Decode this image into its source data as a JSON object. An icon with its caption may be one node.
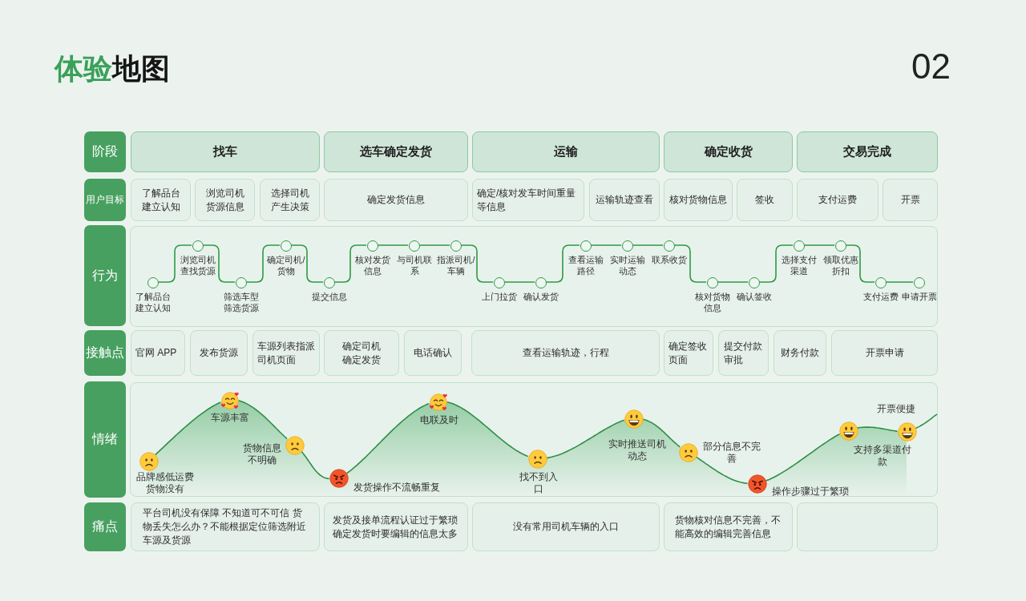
{
  "diagram": {
    "title": "体验地图",
    "nodes": [
      {
        "text": [
          "阶段"
        ]
      },
      {
        "text": [
          "找车"
        ]
      },
      {
        "text": [
          "选车确定发货"
        ]
      },
      {
        "text": [
          "运输"
        ]
      },
      {
        "text": [
          "确定收货"
        ]
      },
      {
        "text": [
          "交易完成"
        ]
      },
      {
        "text": [
          "用户目标"
        ]
      },
      {
        "text": [
          "了解品台建立认知"
        ]
      },
      {
        "text": [
          "浏览司机货源信息"
        ]
      },
      {
        "text": [
          "选择司机产生决策"
        ]
      },
      {
        "text": [
          "确定发货信息"
        ]
      },
      {
        "text": [
          "确定/核对发车时间重量等信息"
        ]
      },
      {
        "text": [
          "运输轨迹查看"
        ]
      },
      {
        "text": [
          "核对货物信息"
        ]
      },
      {
        "text": [
          "签收"
        ]
      },
      {
        "text": [
          "支付运费"
        ]
      },
      {
        "text": [
          "开票"
        ]
      },
      {
        "text": [
          "行为"
        ]
      },
      {
        "text": [],
        "shape": "box"
      },
      {
        "text": [],
        "shape": "circle",
        "in": 18,
        "beside": [
          "了解品台建立认知"
        ]
      },
      {
        "text": [],
        "shape": "circle",
        "in": 18,
        "beside": [
          "浏览司机查找货源"
        ]
      },
      {
        "text": [],
        "shape": "circle",
        "in": 18,
        "beside": [
          "筛选车型筛选货源"
        ]
      },
      {
        "text": [],
        "shape": "circle",
        "in": 18,
        "beside": [
          "确定司机/货物"
        ]
      },
      {
        "text": [],
        "shape": "circle",
        "in": 18,
        "beside": [
          "提交信息"
        ]
      },
      {
        "text": [],
        "shape": "circle",
        "in": 18,
        "beside": [
          "核对发货信息"
        ]
      },
      {
        "text": [],
        "shape": "circle",
        "in": 18,
        "beside": [
          "与司机联系"
        ]
      },
      {
        "text": [],
        "shape": "circle",
        "in": 18,
        "beside": [
          "指派司机/车辆"
        ]
      },
      {
        "text": [],
        "shape": "circle",
        "in": 18,
        "beside": [
          "上门拉货"
        ]
      },
      {
        "text": [],
        "shape": "circle",
        "in": 18,
        "beside": [
          "确认发货"
        ]
      },
      {
        "text": [],
        "shape": "circle",
        "in": 18,
        "beside": [
          "查看运输路径"
        ]
      },
      {
        "text": [],
        "shape": "circle",
        "in": 18,
        "beside": [
          "实时运输动态"
        ]
      },
      {
        "text": [],
        "shape": "circle",
        "in": 18,
        "beside": [
          "联系收货"
        ]
      },
      {
        "text": [],
        "shape": "circle",
        "in": 18,
        "beside": [
          "核对货物信息"
        ]
      },
      {
        "text": [],
        "shape": "circle",
        "in": 18,
        "beside": [
          "确认签收"
        ]
      },
      {
        "text": [],
        "shape": "circle",
        "in": 18,
        "beside": [
          "选择支付渠道"
        ]
      },
      {
        "text": [],
        "shape": "circle",
        "in": 18,
        "beside": [
          "领取优惠折扣"
        ]
      },
      {
        "text": [],
        "shape": "circle",
        "in": 18,
        "beside": [
          "支付运费"
        ]
      },
      {
        "text": [],
        "shape": "circle",
        "in": 18,
        "beside": [
          "申请开票"
        ]
      },
      {
        "text": [
          "接触点"
        ]
      },
      {
        "text": [
          "官网 APP"
        ]
      },
      {
        "text": [
          "发布货源"
        ]
      },
      {
        "text": [
          "车源列表指派司机页面"
        ]
      },
      {
        "text": [
          "确定司机确定发货"
        ]
      },
      {
        "text": [
          "电话确认"
        ]
      },
      {
        "text": [
          "查看运输轨迹，行程"
        ]
      },
      {
        "text": [
          "确定签收页面"
        ]
      },
      {
        "text": [
          "提交付款审批"
        ]
      },
      {
        "text": [
          "财务付款"
        ]
      },
      {
        "text": [
          "开票申请"
        ]
      },
      {
        "text": [
          "情绪"
        ]
      },
      {
        "text": [],
        "shape": "box"
      },
      {
        "text": [],
        "shape": "picture",
        "in": 50,
        "beside": [
          "品牌感低运费货物没有"
        ]
      },
      {
        "text": [],
        "shape": "picture",
        "in": 50,
        "beside": [
          "车源丰富"
        ]
      },
      {
        "text": [],
        "shape": "picture",
        "in": 50,
        "beside": [
          "货物信息不明确"
        ]
      },
      {
        "text": [],
        "shape": "picture",
        "in": 50,
        "beside": [
          "发货操作不流畅重复"
        ]
      },
      {
        "text": [],
        "shape": "picture",
        "in": 50,
        "beside": [
          "电联及时"
        ]
      },
      {
        "text": [],
        "shape": "picture",
        "in": 50,
        "beside": [
          "找不到入口"
        ]
      },
      {
        "text": [],
        "shape": "picture",
        "in": 50,
        "beside": [
          "实时推送司机动态"
        ]
      },
      {
        "text": [],
        "shape": "picture",
        "in": 50,
        "beside": [
          "部分信息不完善"
        ]
      },
      {
        "text": [],
        "shape": "picture",
        "in": 50,
        "beside": [
          "操作步骤过于繁琐"
        ]
      },
      {
        "text": [],
        "shape": "picture",
        "in": 50,
        "beside": [
          "支持多渠道付款"
        ]
      },
      {
        "text": [],
        "shape": "picture",
        "in": 50,
        "beside": [
          "开票便捷"
        ]
      },
      {
        "text": [
          "痛点"
        ]
      },
      {
        "text": [
          "平台司机没有保障 不知道可不可信 货物丢失怎么办？不能根据定位筛选附近车源及货源"
        ]
      },
      {
        "text": [
          "发货及接单流程认证过于繁琐确定发货时要编辑的信息太多"
        ]
      },
      {
        "text": [
          "没有常用司机车辆的入口"
        ]
      },
      {
        "text": [
          "货物核对信息不完善，不能高效的编辑完善信息"
        ]
      },
      {
        "text": [],
        "shape": "box"
      }
    ],
    "edges": [
      {
        "from": 19,
        "to": 20,
        "arrow": "none"
      },
      {
        "from": 20,
        "to": 21,
        "arrow": "none"
      },
      {
        "from": 21,
        "to": 22,
        "arrow": "none"
      },
      {
        "from": 22,
        "to": 23,
        "arrow": "none"
      },
      {
        "from": 23,
        "to": 24,
        "arrow": "none"
      },
      {
        "from": 24,
        "to": 25,
        "arrow": "none"
      },
      {
        "from": 25,
        "to": 26,
        "arrow": "none"
      },
      {
        "from": 26,
        "to": 27,
        "arrow": "none"
      },
      {
        "from": 27,
        "to": 28,
        "arrow": "none"
      },
      {
        "from": 28,
        "to": 29,
        "arrow": "none"
      },
      {
        "from": 29,
        "to": 30,
        "arrow": "none"
      },
      {
        "from": 30,
        "to": 31,
        "arrow": "none"
      },
      {
        "from": 31,
        "to": 32,
        "arrow": "none"
      },
      {
        "from": 32,
        "to": 33,
        "arrow": "none"
      },
      {
        "from": 33,
        "to": 34,
        "arrow": "none"
      },
      {
        "from": 34,
        "to": 35,
        "arrow": "none"
      },
      {
        "from": 35,
        "to": 36,
        "arrow": "none"
      },
      {
        "from": 36,
        "to": 37,
        "arrow": "none"
      },
      {
        "from": 51,
        "to": 52,
        "arrow": "none"
      },
      {
        "from": 52,
        "to": 53,
        "arrow": "none"
      },
      {
        "from": 53,
        "to": 54,
        "arrow": "none"
      },
      {
        "from": 54,
        "to": 55,
        "arrow": "none"
      },
      {
        "from": 55,
        "to": 56,
        "arrow": "none"
      },
      {
        "from": 56,
        "to": 57,
        "arrow": "none"
      },
      {
        "from": 57,
        "to": 58,
        "arrow": "none"
      },
      {
        "from": 58,
        "to": 59,
        "arrow": "none"
      },
      {
        "from": 59,
        "to": 60,
        "arrow": "none"
      },
      {
        "from": 60,
        "to": 61,
        "arrow": "none"
      },
      {
        "from": 61,
        "to": null,
        "arrow": "none"
      }
    ],
    "labels": [
      "02"
    ]
  }
}
